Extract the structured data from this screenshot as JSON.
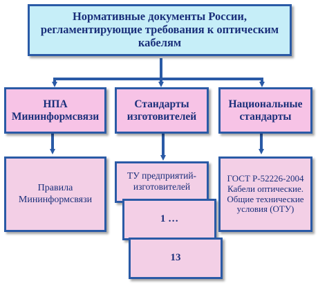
{
  "title": "Нормативные документы России, регламентирующие требования к оптическим кабелям",
  "categories": [
    {
      "label": "НПА Мининформсвязи"
    },
    {
      "label": "Стандарты изготовителей"
    },
    {
      "label": "Национальные стандарты"
    }
  ],
  "documents": {
    "npa": "Правила Мининформсвязи",
    "manufacturers": [
      "ТУ предприятий-изготовителей",
      "1 …",
      "13"
    ],
    "national": "ГОСТ Р-52226-2004 Кабели оптические. Общие технические условия (ОТУ)"
  },
  "colors": {
    "title_fill": "#c6eef8",
    "box_fill": "#f7c3e6",
    "border": "#2a5aa6",
    "text": "#1a2f7a"
  }
}
